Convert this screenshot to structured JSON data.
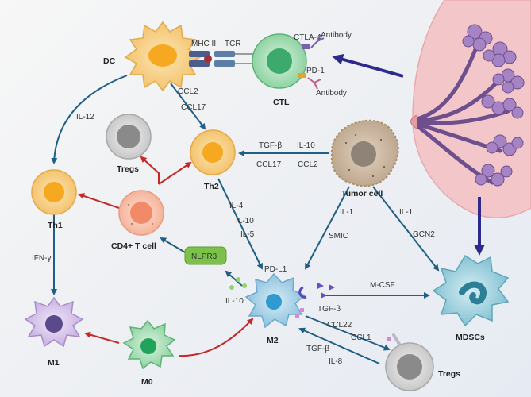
{
  "cells": {
    "dc": "DC",
    "ctl": "CTL",
    "th1": "Th1",
    "th2": "Th2",
    "tregs_top": "Tregs",
    "cd4": "CD4+ T cell",
    "tumor": "Tumor cell",
    "m1": "M1",
    "m0": "M0",
    "m2": "M2",
    "mdscs": "MDSCs",
    "tregs_bottom": "Tregs"
  },
  "molecules": {
    "mhc2": "MHC II",
    "tcr": "TCR",
    "ctla4": "CTLA-4",
    "pd1": "PD-1",
    "antibody1": "Antibody",
    "antibody2": "Antibody",
    "pdl1": "PD-L1",
    "nlrp3": "NLPR3"
  },
  "edges": {
    "ccl2_a": "CCL2",
    "ccl17_a": "CCL17",
    "il12": "IL-12",
    "tgfb_a": "TGF-β",
    "il10_a": "IL-10",
    "ccl17_b": "CCL17",
    "ccl2_b": "CCL2",
    "il4": "IL-4",
    "il10_b": "IL-10",
    "il5": "IL-5",
    "il1_a": "IL-1",
    "smic": "SMIC",
    "il1_b": "IL-1",
    "gcn2": "GCN2",
    "ifng": "IFN-γ",
    "il10_c": "IL-10",
    "mcsf": "M-CSF",
    "tgfb_b": "TGF-β",
    "ccl22": "CCL22",
    "ccl1": "CCL1",
    "tgfb_c": "TGF-β",
    "il8": "IL-8"
  },
  "colors": {
    "blue_arrow": "#1f5f85",
    "red_arrow": "#c62828",
    "navy_arrow": "#2e2a8c",
    "breast": "#f3c6ca",
    "orange_cell": "#f6c66b",
    "green_nlrp3": "#7cc24a"
  }
}
